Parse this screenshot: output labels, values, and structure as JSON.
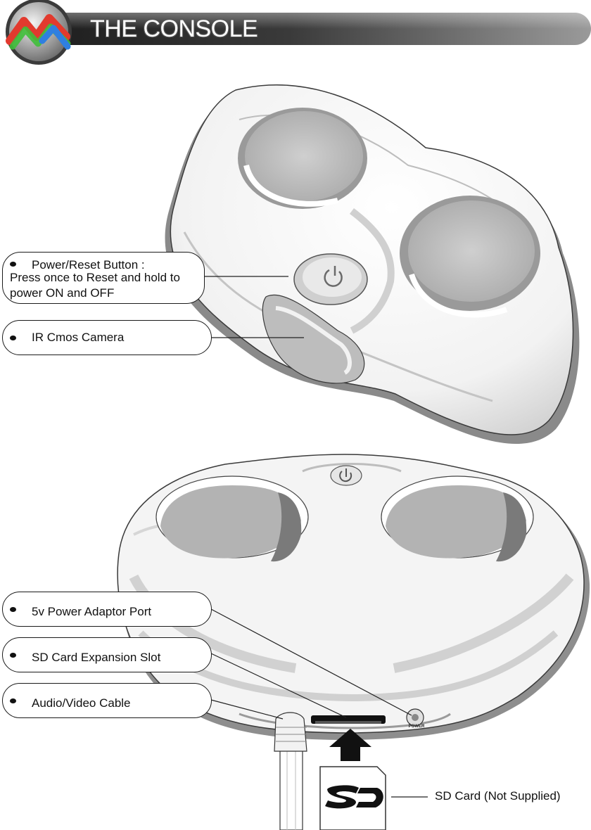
{
  "header": {
    "title": "THE CONSOLE"
  },
  "callouts": {
    "power_reset": {
      "label": "Power/Reset  Button :",
      "description": "Press once to Reset and hold to\n power ON and OFF"
    },
    "ir_camera": {
      "label": "IR Cmos Camera"
    },
    "power_port": {
      "label": "5v Power Adaptor Port"
    },
    "sd_slot": {
      "label": "SD Card Expansion Slot"
    },
    "av_cable": {
      "label": "Audio/Video Cable"
    }
  },
  "sd_card": {
    "caption": "SD Card (Not Supplied)",
    "logo_text": "SD"
  },
  "console_port_label": "POWER",
  "colors": {
    "banner_dark": "#1e1e1e",
    "banner_light": "#9a9a9a",
    "body_shadow": "#8a8a8a",
    "body_mid": "#c8c8c8",
    "body_light": "#ffffff",
    "logo_red": "#e23a2e",
    "logo_green": "#3fbf3a",
    "logo_blue": "#2f7fe0"
  },
  "icons": [
    "app-logo-icon",
    "power-icon",
    "bullet-icon",
    "arrow-up-icon",
    "sd-logo-icon"
  ]
}
